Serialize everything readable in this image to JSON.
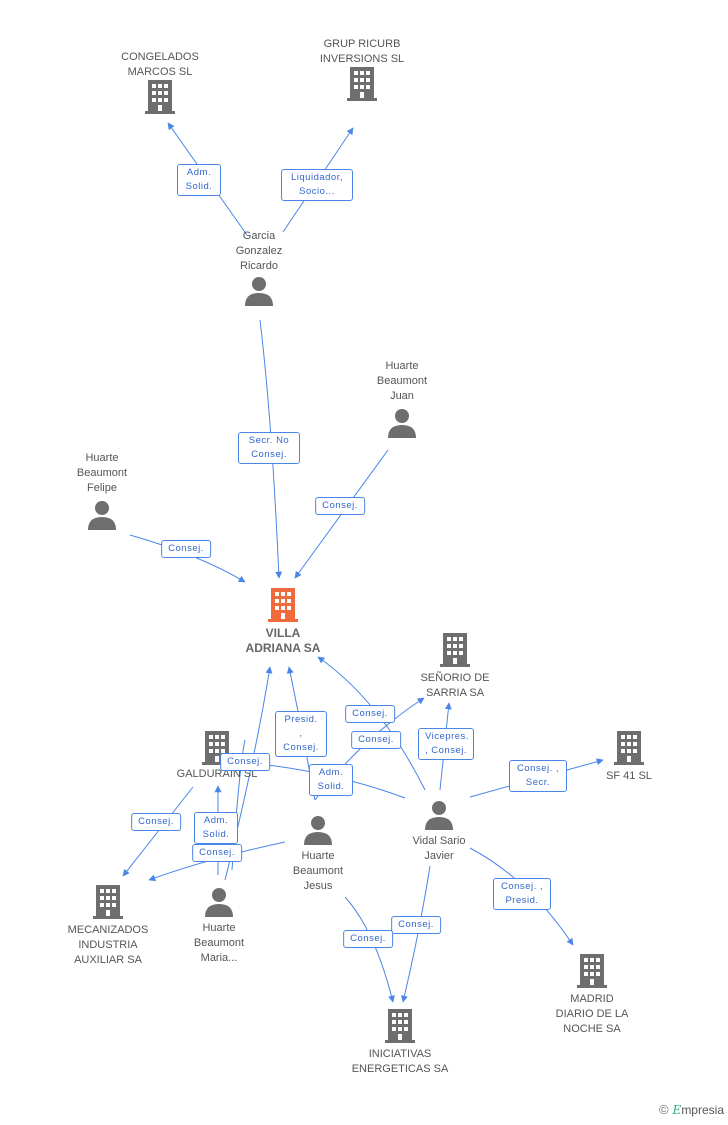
{
  "colors": {
    "edge": "#4a86e8",
    "node": "#6e6e6e",
    "main": "#f06a3c"
  },
  "nodes": {
    "congelados": "CONGELADOS MARCOS SL",
    "grup": "GRUP RICURB INVERSIONS SL",
    "garcia": "Garcia Gonzalez Ricardo",
    "huarte_juan": "Huarte Beaumont Juan",
    "huarte_felipe": "Huarte Beaumont Felipe",
    "villa": "VILLA ADRIANA SA",
    "senorio": "SEÑORIO DE SARRIA SA",
    "galdurain": "GALDURAIN SL",
    "sf41": "SF 41 SL",
    "huarte_jesus": "Huarte Beaumont Jesus",
    "vidal": "Vidal Sario Javier",
    "mecanizados": "MECANIZADOS INDUSTRIA AUXILIAR SA",
    "huarte_maria": "Huarte Beaumont Maria...",
    "madrid": "MADRID DIARIO DE LA NOCHE SA",
    "iniciativas": "INICIATIVAS ENERGETICAS SA"
  },
  "edge_labels": {
    "adm_solid_1": "Adm. Solid.",
    "liquidador": "Liquidador, Socio...",
    "secr_no_consej": "Secr. No Consej.",
    "consej_juan": "Consej.",
    "consej_felipe": "Consej.",
    "consej_senorio": "Consej.",
    "presid_consej": "Presid. , Consej.",
    "consej_vidal_villa": "Consej.",
    "vicepres": "Vicepres. , Consej.",
    "consej_galdurain": "Consej.",
    "adm_solid_jesus": "Adm. Solid.",
    "consej_secr": "Consej. , Secr.",
    "consej_mecanizados": "Consej.",
    "adm_solid_maria": "Adm. Solid.",
    "consej_maria_mec": "Consej.",
    "consej_presid": "Consej. , Presid.",
    "consej_jesus_ini": "Consej.",
    "consej_vidal_ini": "Consej."
  },
  "brand": {
    "copyright": "©",
    "name": "mpresia",
    "initial": "E"
  }
}
